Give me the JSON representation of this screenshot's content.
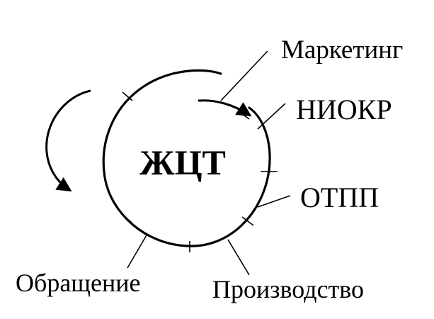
{
  "diagram": {
    "center_label": "ЖЦТ",
    "stages": {
      "marketing": "Маркетинг",
      "niokr": "НИОКР",
      "otpp": "ОТПП",
      "production": "Производство",
      "circulation": "Обращение"
    },
    "colors": {
      "ink": "#000000",
      "background": "#ffffff"
    }
  }
}
